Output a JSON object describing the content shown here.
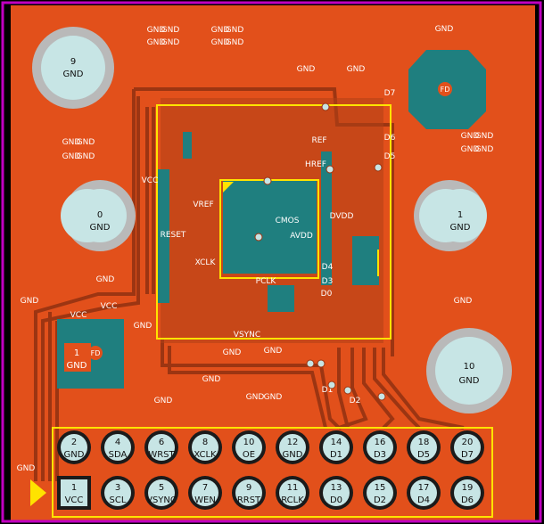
{
  "colors": {
    "board": "#E2501B",
    "copper_dark": "#9C3512",
    "teal": "#1F7F7F",
    "pad_fill": "#C7E5E5",
    "pad_ring": "#B9B9B9",
    "silk": "#FFE300",
    "outline": "#C000C0",
    "label": "#FFFFFF",
    "label_dark": "#101010"
  },
  "mount_holes": [
    {
      "num": "9",
      "net": "GND"
    },
    {
      "num": "0",
      "net": "GND"
    },
    {
      "num": "1",
      "net": "GND"
    },
    {
      "num": "10",
      "net": "GND"
    }
  ],
  "fiducials": [
    {
      "label": "FD"
    },
    {
      "label": "FD"
    }
  ],
  "small_cap": {
    "num": "1",
    "net": "GND"
  },
  "header": {
    "top_row": [
      {
        "num": "2",
        "net": "GND"
      },
      {
        "num": "4",
        "net": "SDA"
      },
      {
        "num": "6",
        "net": "WRST"
      },
      {
        "num": "8",
        "net": "XCLK"
      },
      {
        "num": "10",
        "net": "OE"
      },
      {
        "num": "12",
        "net": "GND"
      },
      {
        "num": "14",
        "net": "D1"
      },
      {
        "num": "16",
        "net": "D3"
      },
      {
        "num": "18",
        "net": "D5"
      },
      {
        "num": "20",
        "net": "D7"
      }
    ],
    "bottom_row": [
      {
        "num": "1",
        "net": "VCC"
      },
      {
        "num": "3",
        "net": "SCL"
      },
      {
        "num": "5",
        "net": "VSYNC"
      },
      {
        "num": "7",
        "net": "WEN"
      },
      {
        "num": "9",
        "net": "RRST"
      },
      {
        "num": "11",
        "net": "RCLK"
      },
      {
        "num": "13",
        "net": "D0"
      },
      {
        "num": "15",
        "net": "D2"
      },
      {
        "num": "17",
        "net": "D4"
      },
      {
        "num": "19",
        "net": "D6"
      }
    ]
  },
  "net_labels": [
    "GND",
    "GND",
    "GND",
    "GND",
    "GND",
    "GND",
    "GND",
    "GND",
    "GND",
    "GND",
    "GND",
    "GND",
    "GND",
    "GND",
    "GND",
    "GND",
    "GND",
    "GND",
    "GND",
    "GND",
    "GND",
    "GND",
    "GND",
    "GND",
    "VCC",
    "VCC",
    "VCC",
    "VREF",
    "REF",
    "D7",
    "D6",
    "D5",
    "D4",
    "D3",
    "D2",
    "D1",
    "D0",
    "CMOS",
    "AVDD",
    "DVDD",
    "RESET",
    "PCLK",
    "HREF",
    "VSYNC",
    "XCLK",
    "GND",
    "GND",
    "GND",
    "GND",
    "GND",
    "GND"
  ]
}
